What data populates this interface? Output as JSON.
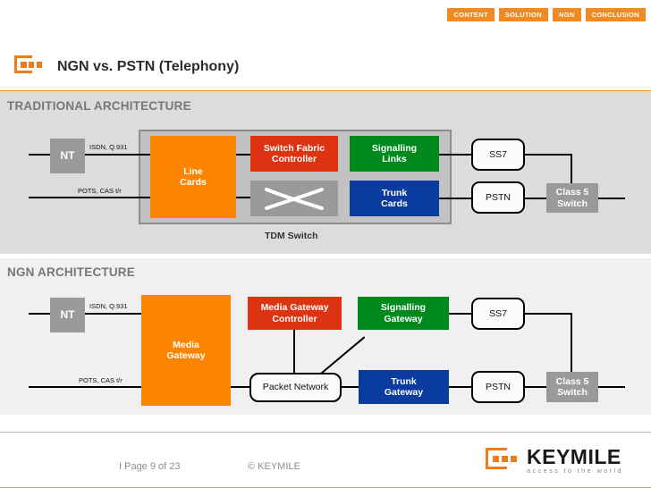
{
  "topnav": {
    "tabs": [
      {
        "label": "CONTENT"
      },
      {
        "label": "SOLUTION"
      },
      {
        "label": "NGN"
      },
      {
        "label": "CONCLUSION"
      }
    ],
    "color": "#F18A21"
  },
  "header": {
    "title": "NGN vs. PSTN (Telephony)",
    "logo_icon": "keymile-mark-icon"
  },
  "sections": {
    "traditional": {
      "label": "TRADITIONAL ARCHITECTURE",
      "caption": "TDM Switch",
      "nodes": {
        "nt": "NT",
        "line_cards": "Line\nCards",
        "switch_fabric_controller": "Switch Fabric\nController",
        "signalling_links": "Signalling\nLinks",
        "crossbar": "",
        "trunk_cards": "Trunk\nCards",
        "ss7": "SS7",
        "pstn": "PSTN",
        "class5": "Class 5\nSwitch"
      },
      "wires": {
        "isdn": "ISDN, Q.931",
        "pots": "POTS, CAS t/r"
      }
    },
    "ngn": {
      "label": "NGN ARCHITECTURE",
      "nodes": {
        "nt": "NT",
        "media_gateway": "Media\nGateway",
        "media_gateway_controller": "Media Gateway\nController",
        "signalling_gateway": "Signalling\nGateway",
        "packet_network": "Packet Network",
        "trunk_gateway": "Trunk\nGateway",
        "ss7": "SS7",
        "pstn": "PSTN",
        "class5": "Class 5\nSwitch"
      },
      "wires": {
        "isdn": "ISDN, Q.931",
        "pots": "POTS, CAS t/r"
      }
    }
  },
  "footer": {
    "page": "I  Page 9 of 23",
    "copyright": "© KEYMILE",
    "brand": "KEYMILE",
    "tagline": "access to the world"
  },
  "colors": {
    "orange": "#FB8500",
    "red": "#DC3412",
    "green": "#008A1E",
    "blue": "#0A3B9E",
    "gray": "#9a9a9a",
    "tab_orange": "#F18A21"
  }
}
